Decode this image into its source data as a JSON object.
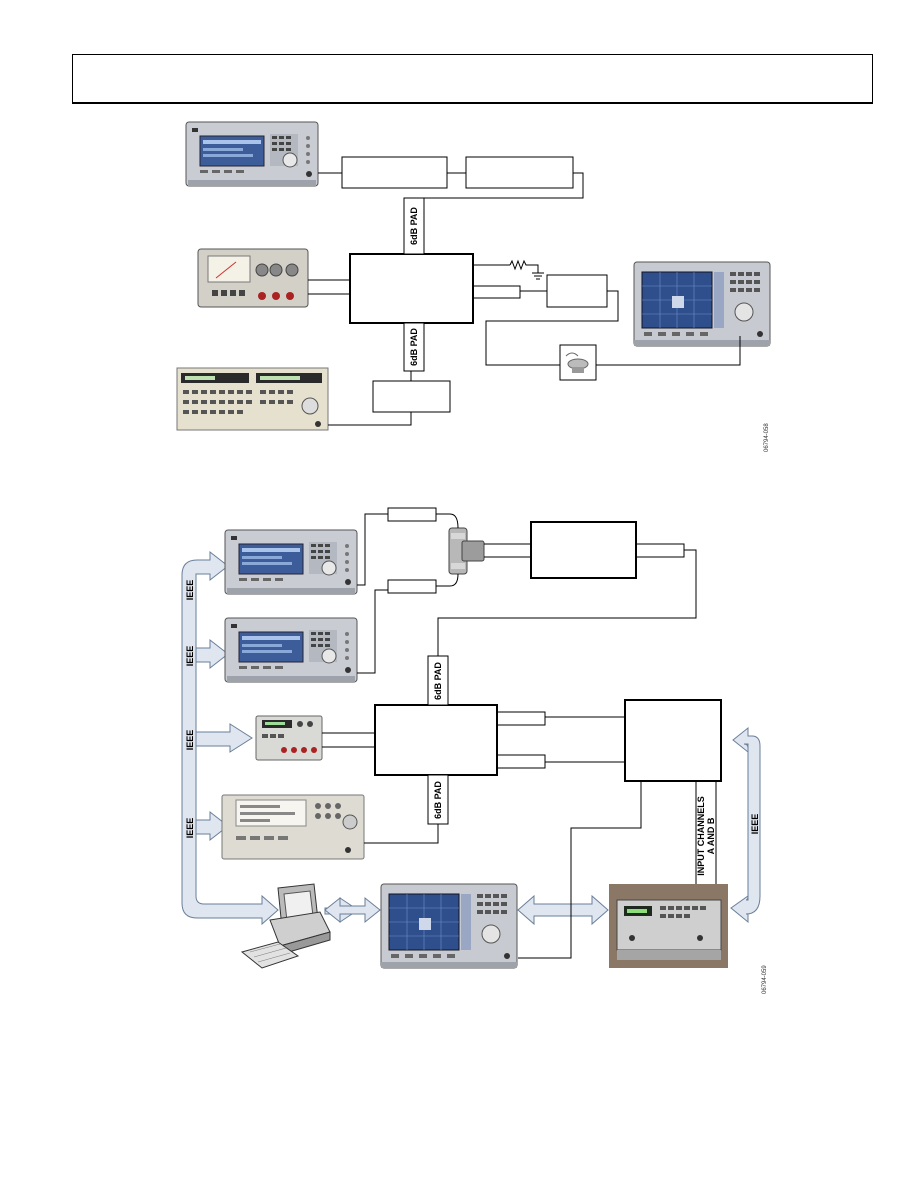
{
  "header": {
    "title": ""
  },
  "diagram1": {
    "pad_top": "6dB PAD",
    "pad_bottom": "6dB PAD",
    "figure_id": "06794-058"
  },
  "diagram2": {
    "pad_top": "6dB PAD",
    "pad_bottom": "6dB PAD",
    "ieee_label": "IEEE",
    "input_channels_line1": "INPUT CHANNELS",
    "input_channels_line2": "A AND B",
    "figure_id": "06794-059"
  },
  "colors": {
    "instrument_gray": "#c9ccd2",
    "screen_blue": "#3d5d9a",
    "arrow_fill": "#dfe6f0",
    "arrow_stroke": "#6a7f9a",
    "beige": "#e6e1cf"
  }
}
